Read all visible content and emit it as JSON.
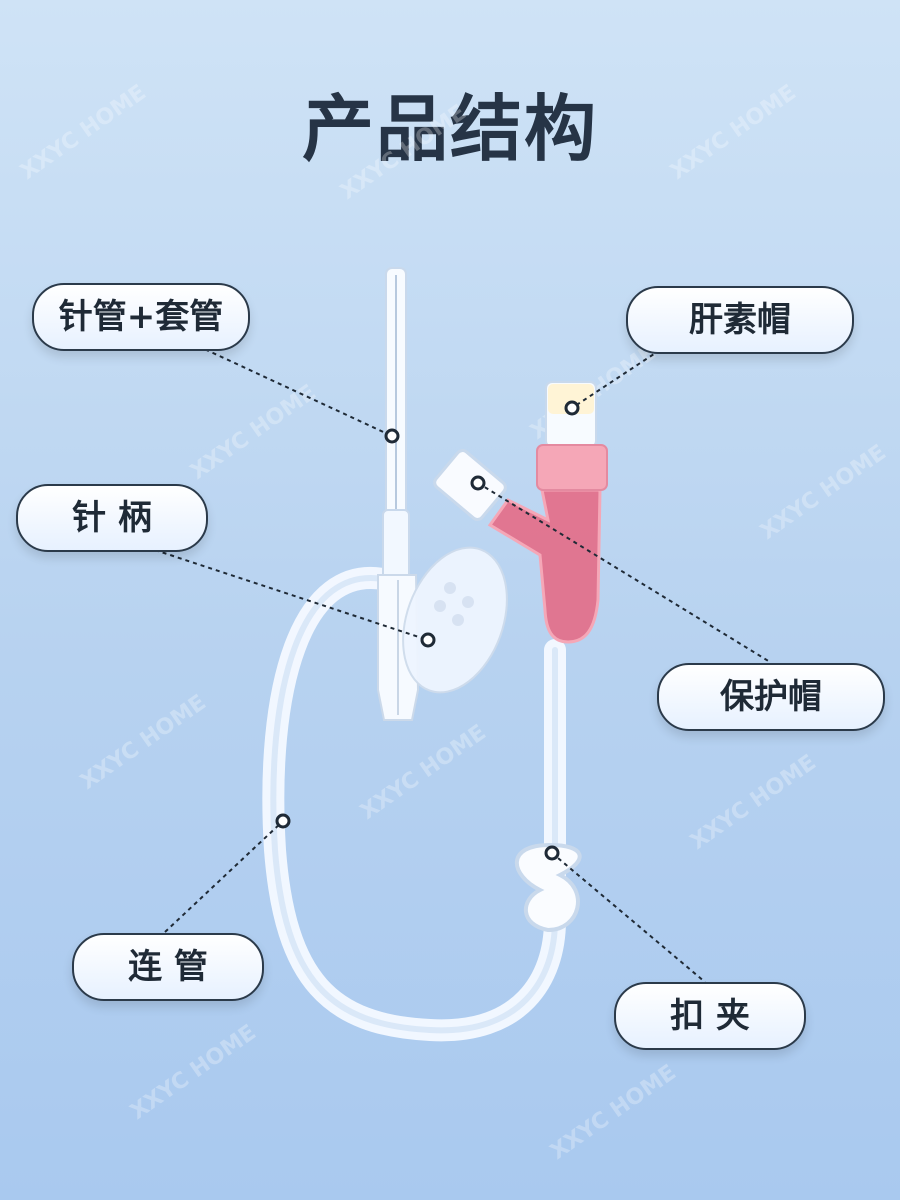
{
  "title": "产品结构",
  "watermark": "XXYC HOME",
  "labels": {
    "needle_cannula": "针管+套管",
    "needle_handle": "针 柄",
    "connecting_tube": "连 管",
    "heparin_cap": "肝素帽",
    "protective_cap": "保护帽",
    "clamp": "扣 夹"
  },
  "colors": {
    "pink": "#e46b86",
    "pink_light": "#f5a7b7",
    "transparent_tube": "#eef6ff",
    "outline": "#2b3a4a"
  }
}
